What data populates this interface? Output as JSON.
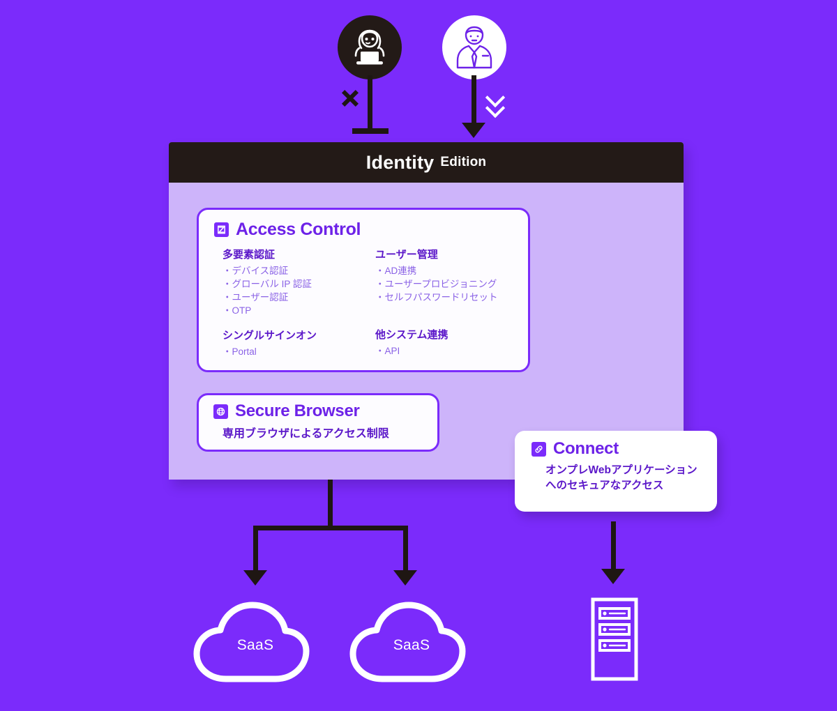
{
  "theme": {
    "background": "#7B2BFB",
    "panel_body": "#CDB4FA",
    "header_bar": "#231A17",
    "accent": "#6D22E8",
    "card_border": "#7B2BFB",
    "heading_text": "#5B17C9",
    "list_text": "#8A62E6",
    "connector": "#1E1613",
    "white": "#FFFFFF"
  },
  "actors": {
    "attacker": {
      "icon": "hacker-icon",
      "blocked_marker": "x-mark",
      "access": "blocked"
    },
    "user": {
      "icon": "business-user-icon",
      "access": "allowed",
      "chevron": "double-chevron-down-icon"
    }
  },
  "panel": {
    "header": {
      "title": "Identity",
      "subtitle": "Edition"
    },
    "access_control": {
      "icon": "access-control-icon",
      "title": "Access Control",
      "columns": [
        {
          "sections": [
            {
              "heading": "多要素認証",
              "items": [
                "デバイス認証",
                "グローバル IP 認証",
                "ユーザー認証",
                "OTP"
              ]
            },
            {
              "heading": "シングルサインオン",
              "items": [
                "Portal"
              ]
            }
          ]
        },
        {
          "sections": [
            {
              "heading": "ユーザー管理",
              "items": [
                "AD連携",
                "ユーザープロビジョニング",
                "セルフパスワードリセット"
              ]
            },
            {
              "heading": "他システム連携",
              "items": [
                "API"
              ]
            }
          ]
        }
      ]
    },
    "secure_browser": {
      "icon": "globe-icon",
      "title": "Secure Browser",
      "description": "専用ブラウザによるアクセス制限"
    }
  },
  "connect_card": {
    "icon": "link-icon",
    "title": "Connect",
    "description_line1": "オンプレWebアプリケーション",
    "description_line2": "へのセキュアなアクセス"
  },
  "targets": {
    "clouds": [
      {
        "label": "SaaS"
      },
      {
        "label": "SaaS"
      }
    ],
    "server": {
      "icon": "server-rack-icon",
      "slots": 3
    }
  }
}
